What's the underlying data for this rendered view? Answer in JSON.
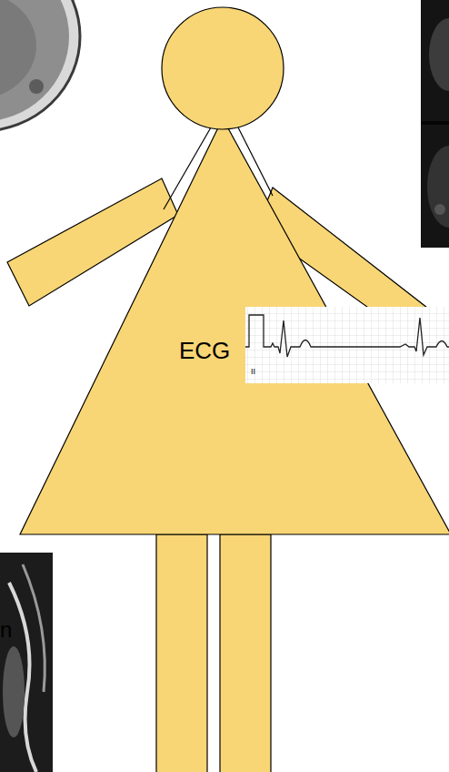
{
  "diagram": {
    "labels": [
      "ECG",
      "II",
      "n"
    ]
  }
}
